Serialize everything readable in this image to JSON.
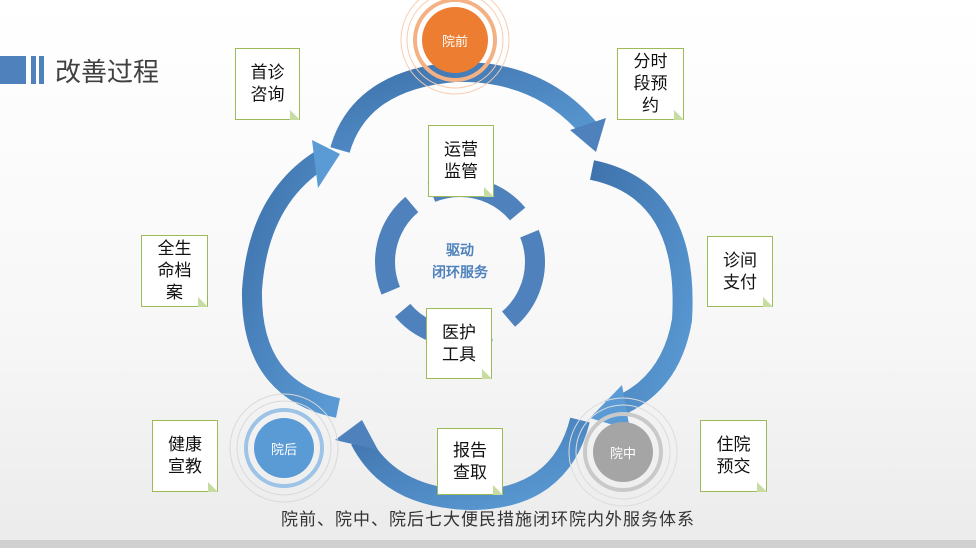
{
  "title": "改善过程",
  "center_label_line1": "驱动",
  "center_label_line2": "闭环服务",
  "stages": {
    "pre": {
      "label": "院前",
      "color": "#ed7d31"
    },
    "during": {
      "label": "院中",
      "color": "#a5a5a5"
    },
    "post": {
      "label": "院后",
      "color": "#5b9bd5"
    }
  },
  "notes": {
    "first_consult": "首诊咨询",
    "timed_booking": "分时段预约",
    "operations": "运营监管",
    "life_record": "全生命档案",
    "clinic_payment": "诊间支付",
    "medical_tools": "医护工具",
    "health_edu": "健康宣教",
    "report": "报告查取",
    "inpatient_deposit": "住院预交"
  },
  "caption": "院前、院中、院后七大便民措施闭环院内外服务体系",
  "colors": {
    "arrow": "#4f81bd",
    "arrow_light": "#5b9bd5",
    "note_border": "#9bbb59"
  }
}
